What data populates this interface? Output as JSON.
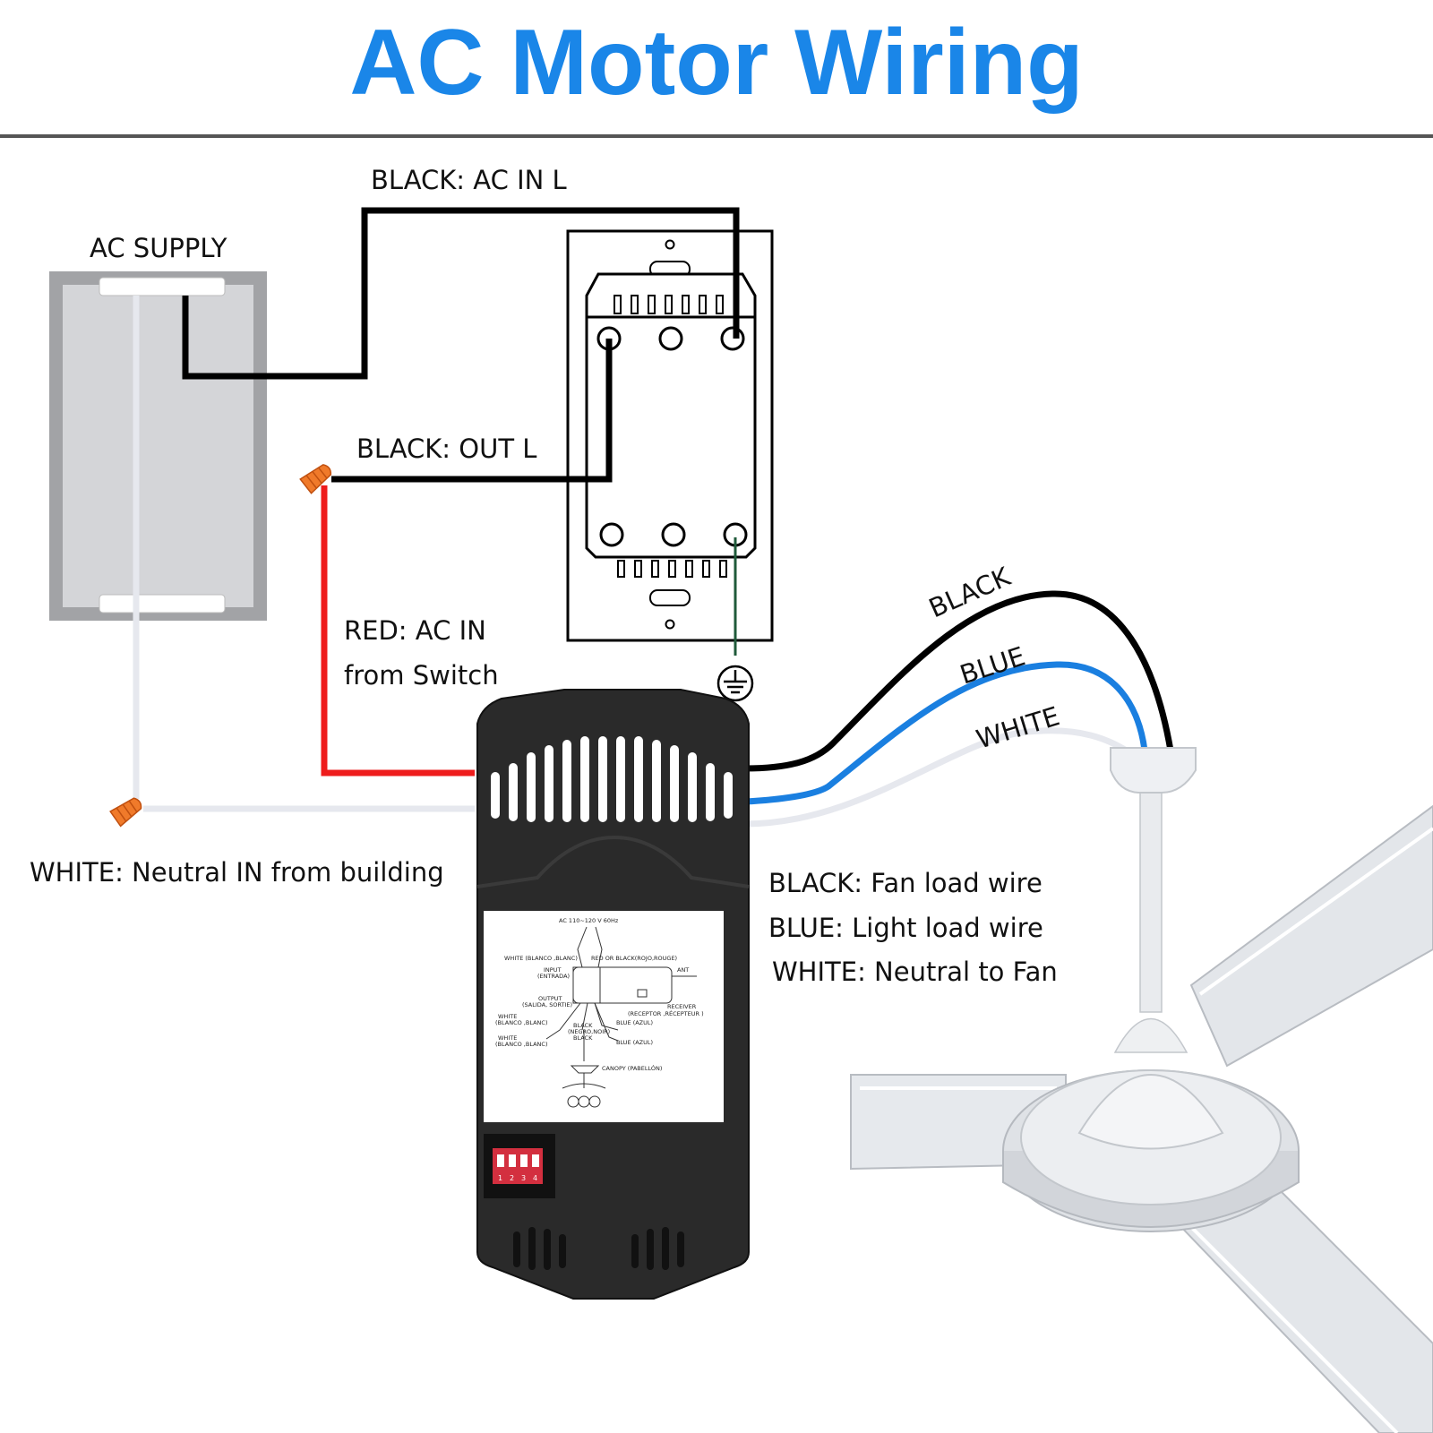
{
  "title": "AC Motor Wiring",
  "colors": {
    "title": "#1a86e8",
    "wire_black": "#000000",
    "wire_red": "#ee1c1c",
    "wire_blue": "#1a7fe0",
    "wire_white": "#e6e8ee",
    "wire_ground": "#1f5a3a",
    "wire_nut": "#f07a2a",
    "receiver_body": "#2a2a2a",
    "dip_switch": "#d32f3f",
    "fan": "#eef0f3"
  },
  "labels": {
    "ac_supply": "AC SUPPLY",
    "black_ac_in": "BLACK: AC IN L",
    "black_out": "BLACK: OUT L",
    "red_line1": "RED: AC IN",
    "red_line2": "from Switch",
    "white_neutral_in": "WHITE: Neutral IN from building",
    "legend_black": "BLACK: Fan load wire",
    "legend_blue": "BLUE: Light load wire",
    "legend_white": "WHITE: Neutral to Fan"
  },
  "curve_labels": {
    "black": "BLACK",
    "blue": "BLUE",
    "white": "WHITE"
  },
  "receiver_sticker": {
    "voltage": "AC 110~120 V 60Hz",
    "white_blanco": "WHITE (BLANCO ,BLANC)",
    "red_or_black": "RED OR BLACK(ROJO,ROUGE)",
    "input": "INPUT",
    "entrada": "(ENTRADA)",
    "ant": "ANT",
    "output": "OUTPUT",
    "salida": "(SALIDA, SORTIE)",
    "receiver": "RECEIVER",
    "receptor": "(RECEPTOR ,RÉCEPTEUR )",
    "white_a": "WHITE",
    "blanco_a": "(BLANCO ,BLANC)",
    "black": "BLACK",
    "negro": "(NEGRO,NOIR)",
    "black2": "BLACK",
    "blue_azul1": "BLUE (AZUL)",
    "white_b": "WHITE",
    "blanco_b": "(BLANCO ,BLANC)",
    "blue_azul2": "BLUE (AZUL)",
    "canopy": "CANOPY (PABELLÓN)"
  },
  "dip_switch_numbers": [
    "1",
    "2",
    "3",
    "4"
  ]
}
